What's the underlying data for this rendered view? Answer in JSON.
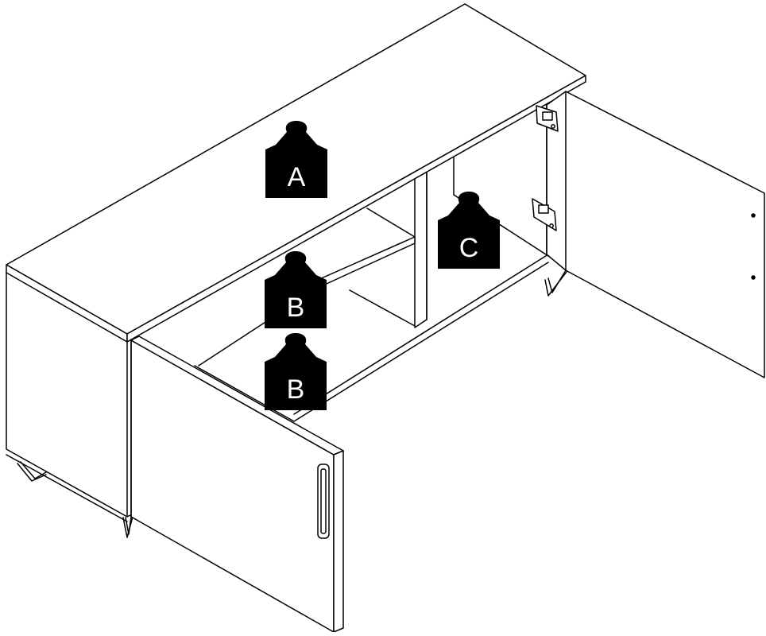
{
  "diagram": {
    "colors": {
      "line": "#000000",
      "fill": "#ffffff",
      "weight_fill": "#000000",
      "weight_text": "#ffffff"
    },
    "weights": [
      {
        "id": "top",
        "label": "A"
      },
      {
        "id": "shelf",
        "label": "B"
      },
      {
        "id": "bottom-left",
        "label": "B"
      },
      {
        "id": "bottom-right",
        "label": "C"
      }
    ]
  }
}
